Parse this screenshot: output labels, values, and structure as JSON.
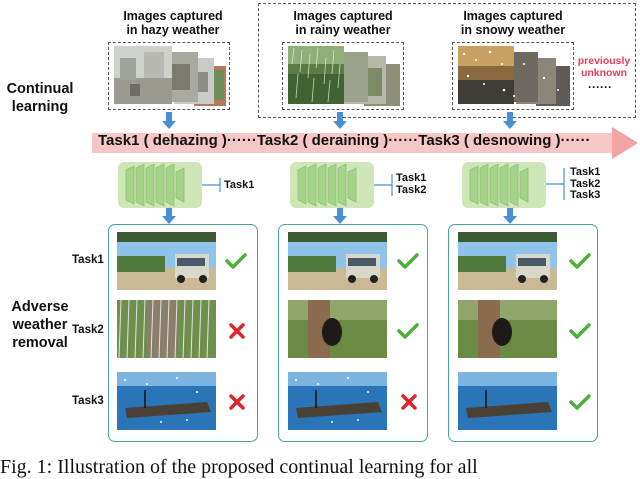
{
  "headers": {
    "hazy": "Images captured\nin hazy weather",
    "rainy": "Images captured\nin rainy weather",
    "snowy": "Images captured\nin snowy weather"
  },
  "previously_unknown": "previously\nunknown",
  "previously_unknown_dots": "······",
  "continual_learning": "Continual\nlearning",
  "adverse_weather_removal": "Adverse\nweather\nremoval",
  "task_arrow_text": "Task1 ( dehazing )······Task2 ( deraining )······Task3 ( desnowing )······",
  "model_outputs": {
    "model1": "Task1",
    "model2": "Task1\nTask2",
    "model3": "Task1\nTask2\nTask3"
  },
  "row_labels": [
    "Task1",
    "Task2",
    "Task3"
  ],
  "results": {
    "panel1": [
      "check",
      "cross",
      "cross"
    ],
    "panel2": [
      "check",
      "check",
      "cross"
    ],
    "panel3": [
      "check",
      "check",
      "check"
    ]
  },
  "caption": "Fig. 1: Illustration of the proposed continual learning for all",
  "colors": {
    "arrow_fill": "#f7c7c7",
    "arrow_head": "#f4a3a3",
    "model_box": "#cfe6b8",
    "model_layer": "#a4d48a",
    "panel_border": "#4aa3a3",
    "down_arrow": "#4a8fd6",
    "check": "#4caf3a",
    "cross": "#e0242b",
    "unknown_text": "#e83a5a"
  }
}
